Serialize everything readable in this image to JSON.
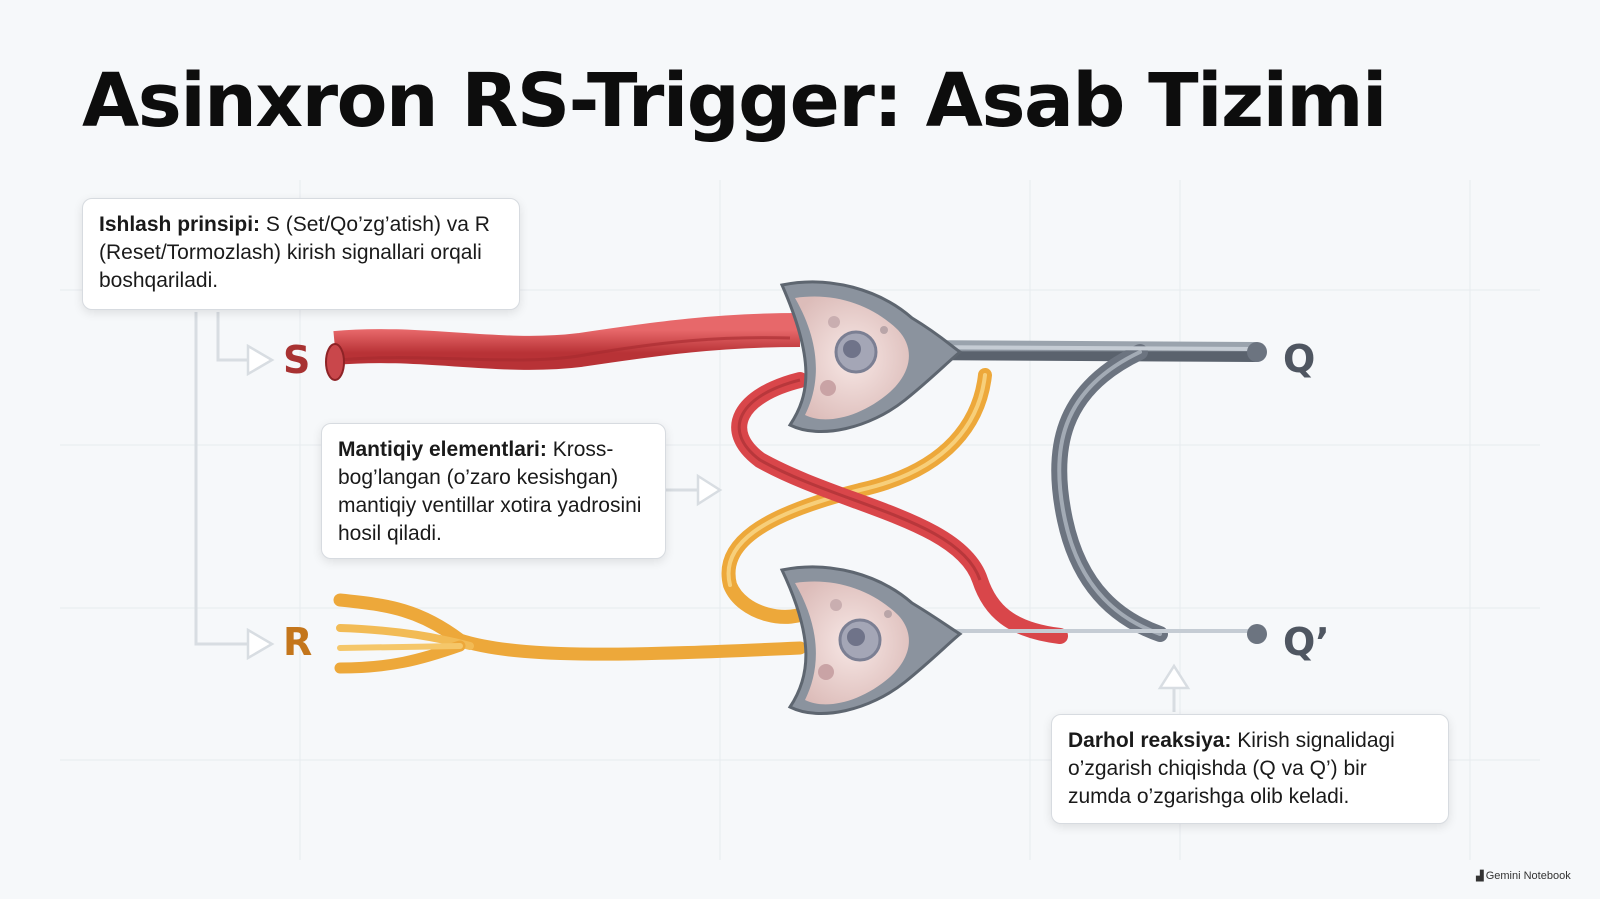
{
  "title": "Asinxron RS-Trigger: Asab Tizimi",
  "callouts": {
    "principle": {
      "heading": "Ishlash prinsipi:",
      "body": " S (Set/Qo’zg’atish) va R (Reset/Tormozlash) kirish signallari orqali boshqariladi."
    },
    "logic": {
      "heading": "Mantiqiy elementlari:",
      "body": " Kross-bog’langan (o’zaro kesishgan) mantiqiy ventillar xotira yadrosini hosil qiladi."
    },
    "reaction": {
      "heading": "Darhol reaksiya:",
      "body": " Kirish signalidagi o’zgarish chiqishda (Q va Q’) bir zumda o’zgarishga olib keladi."
    }
  },
  "terminals": {
    "s": "S",
    "r": "R",
    "q": "Q",
    "q_not": "Q’"
  },
  "colors": {
    "set_signal": "#d9464a",
    "reset_signal": "#eda83a",
    "output": "#6c7480",
    "neuron_body": "#f0d8d6"
  },
  "brand": "Gemini Notebook",
  "brand_icon": "notebook-icon"
}
